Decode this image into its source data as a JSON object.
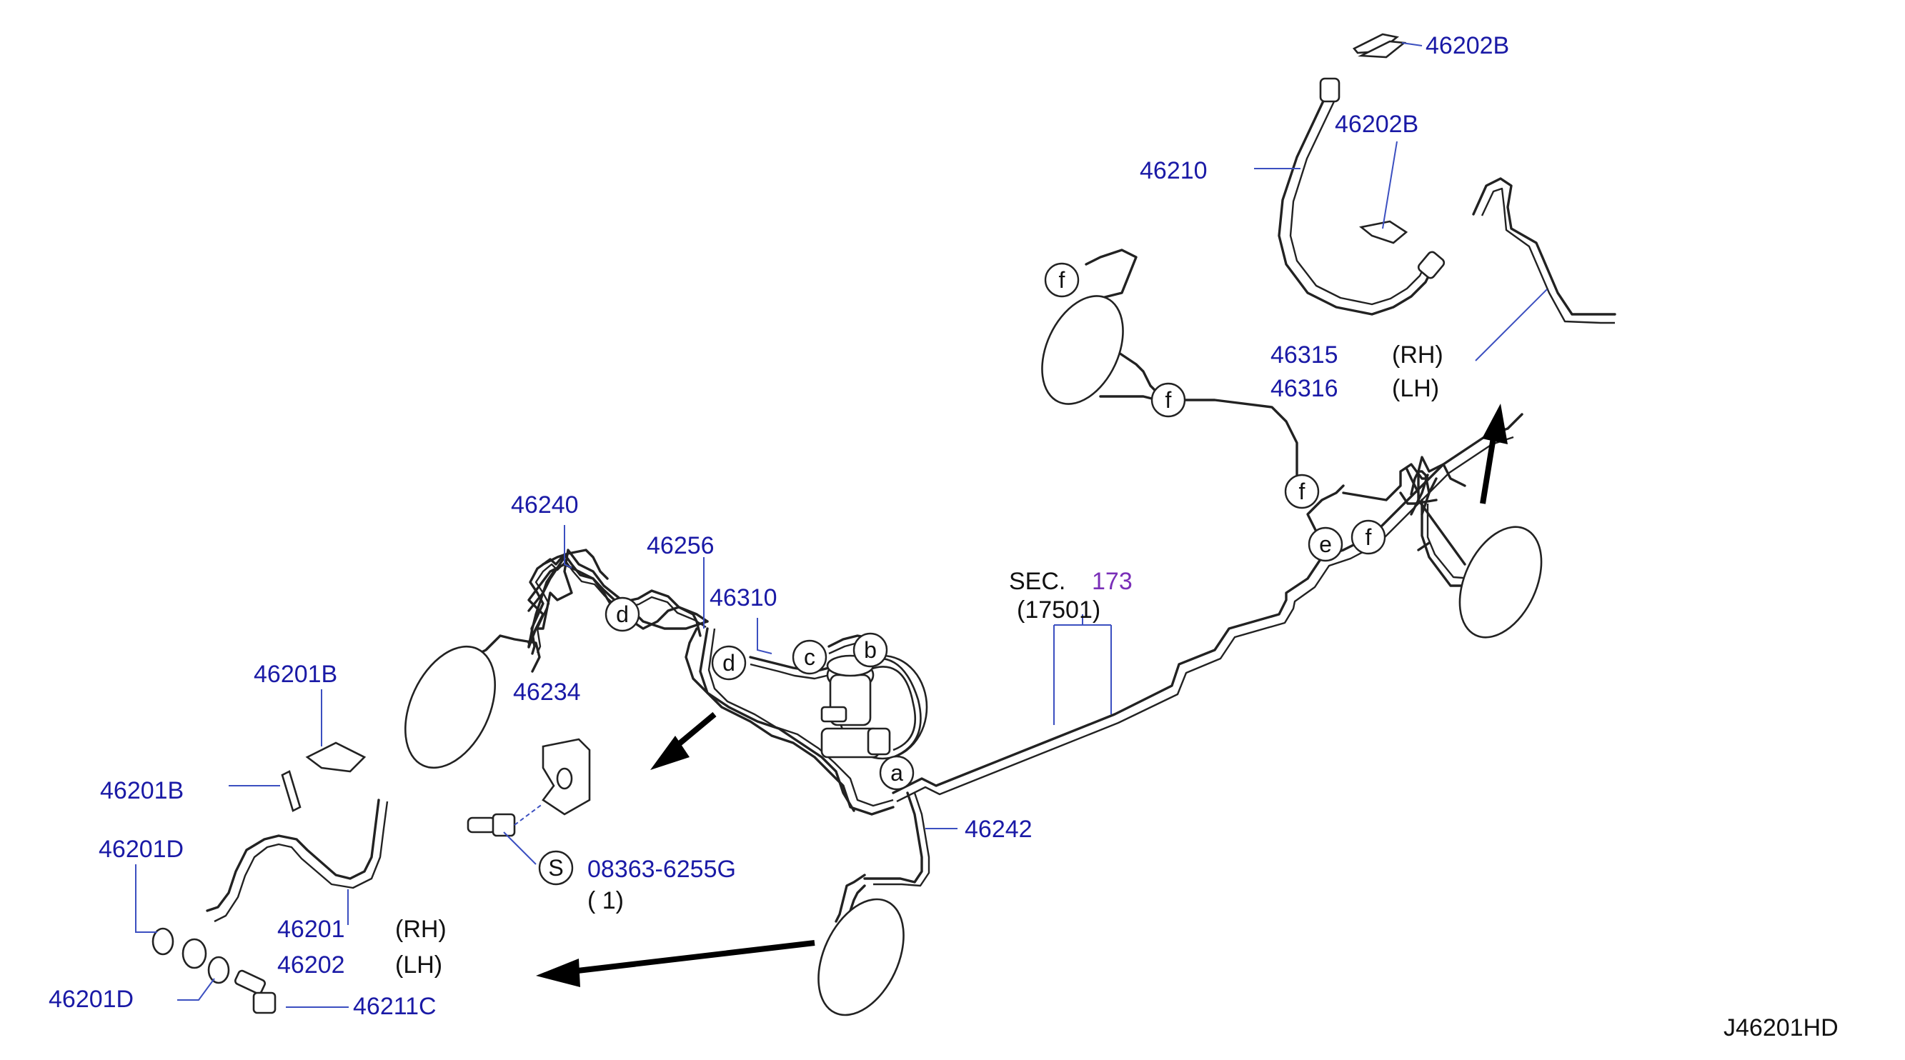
{
  "diagram": {
    "drawing_code": "J46201HD",
    "section_ref": {
      "prefix": "SEC.",
      "number": "173",
      "subcode": "(17501)"
    },
    "callouts": {
      "a": "a",
      "b": "b",
      "c": "c",
      "d": "d",
      "e": "e",
      "f": "f",
      "s": "S"
    },
    "labels": {
      "p46202B_top": "46202B",
      "p46202B_mid": "46202B",
      "p46210": "46210",
      "p46315": "46315",
      "p46316": "46316",
      "rh": "(RH)",
      "lh": "(LH)",
      "p46240": "46240",
      "p46256": "46256",
      "p46310": "46310",
      "p46234": "46234",
      "p46201B_top": "46201B",
      "p46201B_mid": "46201B",
      "p46201D_top": "46201D",
      "p46201D_bottom": "46201D",
      "p46201": "46201",
      "p46202": "46202",
      "p46211C": "46211C",
      "p46242": "46242",
      "bolt_part": "08363-6255G",
      "bolt_qty": "( 1)"
    },
    "colors": {
      "part_number": "#1a1aa6",
      "section_number": "#7a2fb8",
      "line": "#222222"
    }
  }
}
